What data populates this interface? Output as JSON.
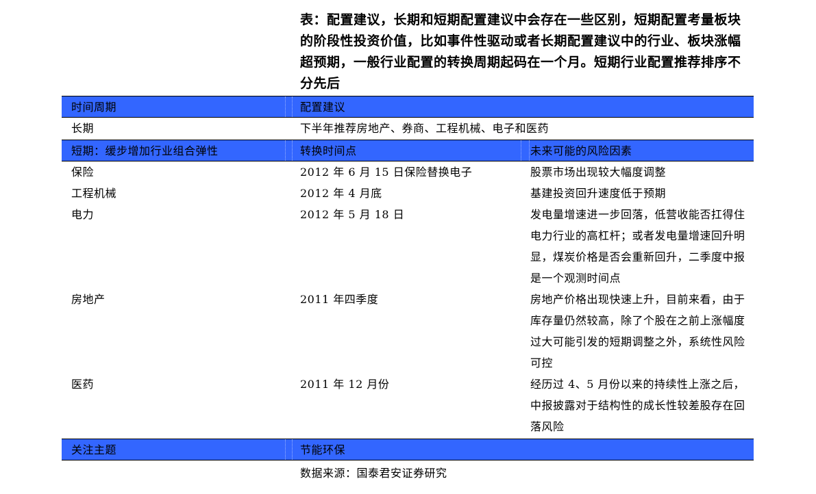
{
  "title": "表：配置建议，长期和短期配置建议中会存在一些区别，短期配置考量板块的阶段性投资价值，比如事件性驱动或者长期配置建议中的行业、板块涨幅超预期，一般行业配置的转换周期起码在一个月。短期行业配置推荐排序不分先后",
  "header1": {
    "col1": "时间周期",
    "col2": "配置建议"
  },
  "long_term": {
    "label": "长期",
    "value": "下半年推荐房地产、券商、工程机械、电子和医药"
  },
  "header2": {
    "col1": "短期：缓步增加行业组合弹性",
    "col2": "转换时间点",
    "col3": "未来可能的风险因素"
  },
  "rows": [
    {
      "industry": "保险",
      "time": "2012 年 6 月 15 日保险替换电子",
      "risk": "股票市场出现较大幅度调整"
    },
    {
      "industry": "工程机械",
      "time": "2012 年 4 月底",
      "risk": "基建投资回升速度低于预期"
    },
    {
      "industry": "电力",
      "time": "2012 年 5 月 18 日",
      "risk": "发电量增速进一步回落，低营收能否扛得住电力行业的高杠杆；或者发电量增速回升明显，煤炭价格是否会重新回升，二季度中报是一个观测时间点"
    },
    {
      "industry": "房地产",
      "time": "2011 年四季度",
      "risk": "房地产价格出现快速上升，目前来看，由于库存量仍然较高，除了个股在之前上涨幅度过大可能引发的短期调整之外，系统性风险可控"
    },
    {
      "industry": "医药",
      "time": "2011 年 12 月份",
      "risk": "经历过 4、5 月份以来的持续性上涨之后，中报披露对于结构性的成长性较差股存在回落风险"
    }
  ],
  "focus": {
    "label": "关注主题",
    "value": "节能环保"
  },
  "source": "数据来源：国泰君安证券研究"
}
